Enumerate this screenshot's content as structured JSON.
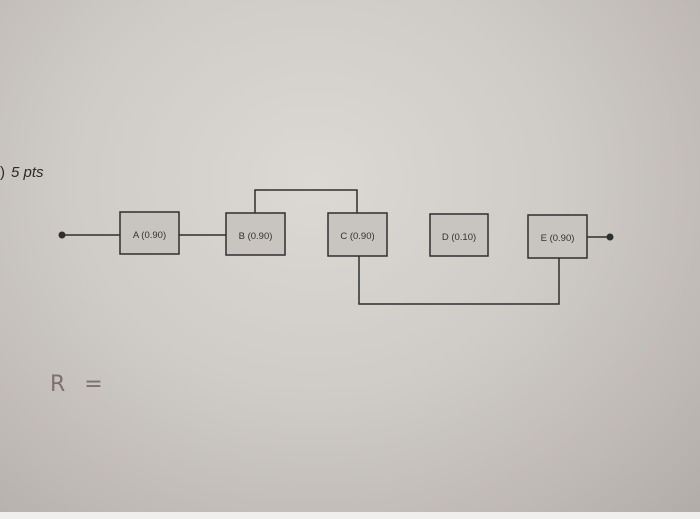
{
  "problem": {
    "paren": ")",
    "points": "5 pts"
  },
  "blocks": [
    {
      "id": "A",
      "label": "A (0.90)"
    },
    {
      "id": "B",
      "label": "B (0.90)"
    },
    {
      "id": "C",
      "label": "C (0.90)"
    },
    {
      "id": "D",
      "label": "D (0.10)"
    },
    {
      "id": "E",
      "label": "E (0.90)"
    }
  ],
  "handwritten": {
    "expression": "R ="
  },
  "colors": {
    "line": "#2f2f2f",
    "block_fill": "#c8c4bf",
    "ink": "#7d6f73"
  }
}
